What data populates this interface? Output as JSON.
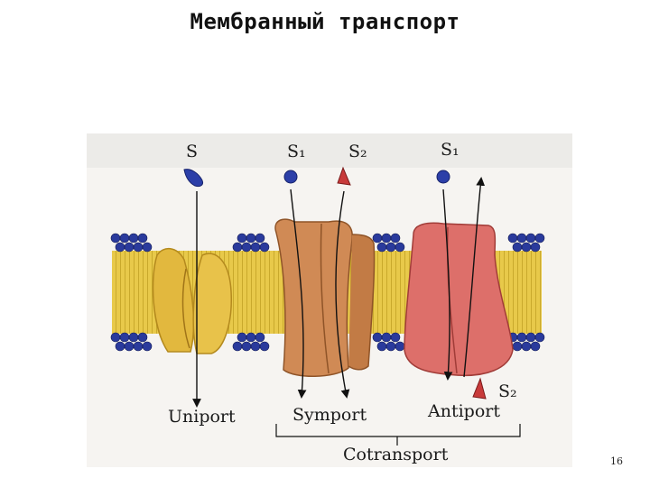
{
  "slide": {
    "title": "Мембранный транспорт",
    "page_number": "16"
  },
  "diagram": {
    "labels": {
      "s": "S",
      "s1_symport": "S₁",
      "s2_symport": "S₂",
      "s1_antiport": "S₁",
      "s2_antiport": "S₂",
      "uniport": "Uniport",
      "symport": "Symport",
      "antiport": "Antiport",
      "cotransport": "Cotransport"
    },
    "colors": {
      "lipid_head": "#2a3a9c",
      "lipid_tail": "#e8c94a",
      "uniport_protein": "#e2b83e",
      "symport_protein": "#d08a55",
      "antiport_protein": "#dd6f6a",
      "blue_molecule": "#2c3fa8",
      "red_molecule": "#c83a3a"
    }
  }
}
